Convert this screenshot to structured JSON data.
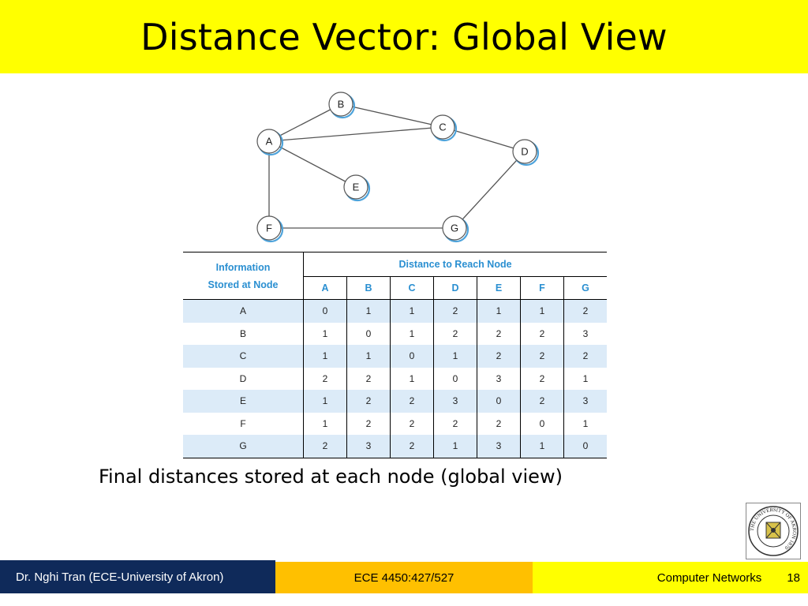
{
  "slide": {
    "title": "Distance Vector: Global View",
    "caption": "Final distances stored at each node (global view)"
  },
  "graph": {
    "nodes": [
      "A",
      "B",
      "C",
      "D",
      "E",
      "F",
      "G"
    ],
    "edges": [
      [
        "A",
        "B"
      ],
      [
        "A",
        "C"
      ],
      [
        "A",
        "E"
      ],
      [
        "A",
        "F"
      ],
      [
        "B",
        "C"
      ],
      [
        "C",
        "D"
      ],
      [
        "D",
        "G"
      ],
      [
        "F",
        "G"
      ]
    ]
  },
  "table": {
    "header_info_line1": "Information",
    "header_info_line2": "Stored at Node",
    "header_distance": "Distance to Reach Node",
    "columns": [
      "A",
      "B",
      "C",
      "D",
      "E",
      "F",
      "G"
    ],
    "rows": [
      {
        "node": "A",
        "values": [
          "0",
          "1",
          "1",
          "2",
          "1",
          "1",
          "2"
        ]
      },
      {
        "node": "B",
        "values": [
          "1",
          "0",
          "1",
          "2",
          "2",
          "2",
          "3"
        ]
      },
      {
        "node": "C",
        "values": [
          "1",
          "1",
          "0",
          "1",
          "2",
          "2",
          "2"
        ]
      },
      {
        "node": "D",
        "values": [
          "2",
          "2",
          "1",
          "0",
          "3",
          "2",
          "1"
        ]
      },
      {
        "node": "E",
        "values": [
          "1",
          "2",
          "2",
          "3",
          "0",
          "2",
          "3"
        ]
      },
      {
        "node": "F",
        "values": [
          "1",
          "2",
          "2",
          "2",
          "2",
          "0",
          "1"
        ]
      },
      {
        "node": "G",
        "values": [
          "2",
          "3",
          "2",
          "1",
          "3",
          "1",
          "0"
        ]
      }
    ]
  },
  "footer": {
    "author": "Dr. Nghi Tran (ECE-University of Akron)",
    "course_code": "ECE 4450:427/527",
    "course_name": "Computer Networks",
    "page_number": "18"
  },
  "logo": {
    "icon": "university-seal-icon",
    "text": "THE UNIVERSITY OF AKRON 1870"
  },
  "colors": {
    "title_bg": "#ffff00",
    "header_text": "#2a8fd1",
    "row_stripe": "#dcebf8",
    "footer_left_bg": "#0f2a5a",
    "footer_mid_bg": "#ffc000",
    "footer_right_bg": "#ffff00"
  }
}
